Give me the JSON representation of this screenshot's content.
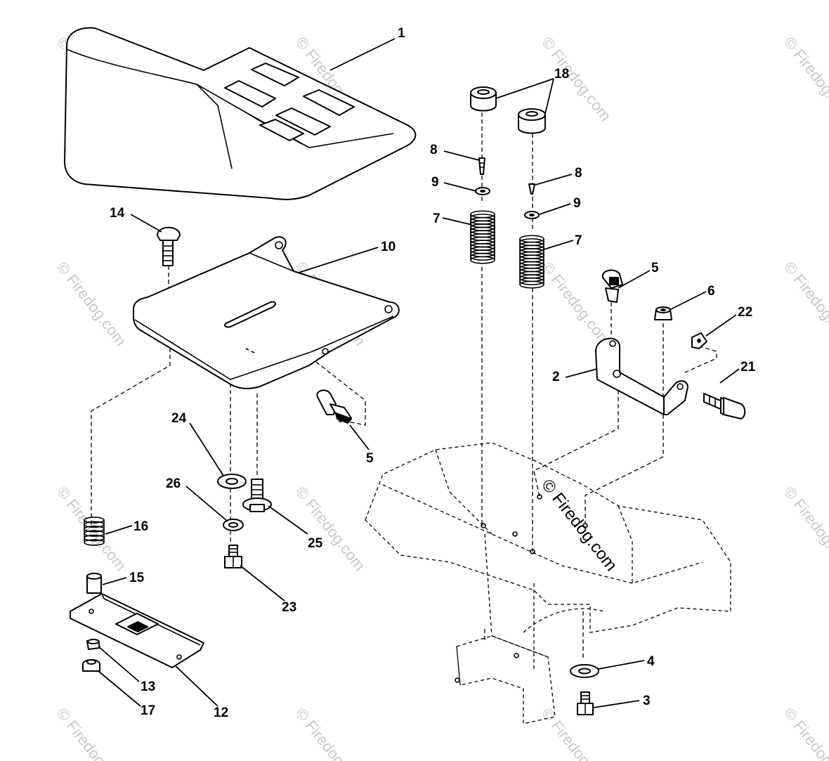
{
  "watermark": {
    "text": "© Firedog.com",
    "color": "#c9c9c9"
  },
  "callouts": [
    {
      "id": "1",
      "label": "1"
    },
    {
      "id": "2",
      "label": "2"
    },
    {
      "id": "3",
      "label": "3"
    },
    {
      "id": "4",
      "label": "4"
    },
    {
      "id": "5a",
      "label": "5"
    },
    {
      "id": "5b",
      "label": "5"
    },
    {
      "id": "6",
      "label": "6"
    },
    {
      "id": "7a",
      "label": "7"
    },
    {
      "id": "7b",
      "label": "7"
    },
    {
      "id": "8a",
      "label": "8"
    },
    {
      "id": "8b",
      "label": "8"
    },
    {
      "id": "9a",
      "label": "9"
    },
    {
      "id": "9b",
      "label": "9"
    },
    {
      "id": "10",
      "label": "10"
    },
    {
      "id": "12",
      "label": "12"
    },
    {
      "id": "13",
      "label": "13"
    },
    {
      "id": "14",
      "label": "14"
    },
    {
      "id": "15",
      "label": "15"
    },
    {
      "id": "16",
      "label": "16"
    },
    {
      "id": "17",
      "label": "17"
    },
    {
      "id": "18",
      "label": "18"
    },
    {
      "id": "21",
      "label": "21"
    },
    {
      "id": "22",
      "label": "22"
    },
    {
      "id": "23",
      "label": "23"
    },
    {
      "id": "24",
      "label": "24"
    },
    {
      "id": "25",
      "label": "25"
    },
    {
      "id": "26",
      "label": "26"
    }
  ]
}
